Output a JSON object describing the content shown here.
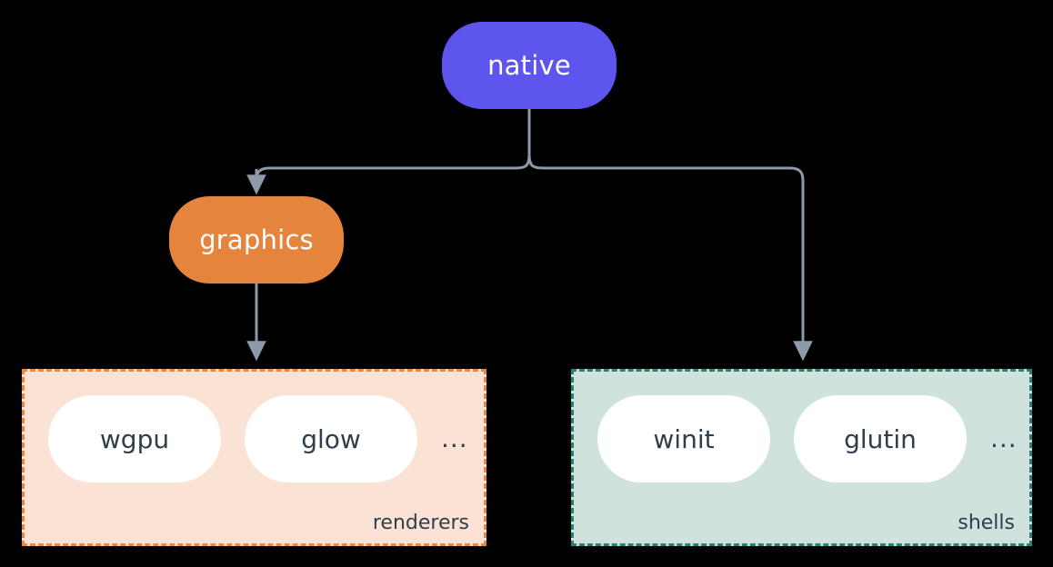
{
  "diagram": {
    "title": "native",
    "background_color": "#000000",
    "edge_color": "#8c9aaa",
    "nodes": [
      {
        "id": "native",
        "label": "native",
        "color": "#5d55ee",
        "text_color": "#ffffff"
      },
      {
        "id": "graphics",
        "label": "graphics",
        "color": "#e5843c",
        "text_color": "#ffffff"
      }
    ],
    "groups": [
      {
        "id": "renderers",
        "label": "renderers",
        "fill_color": "#fae3d4",
        "border_color": "#e8873f",
        "items": [
          "wgpu",
          "glow"
        ],
        "more": "..."
      },
      {
        "id": "shells",
        "label": "shells",
        "fill_color": "#cfe2dd",
        "border_color": "#2e8073",
        "items": [
          "winit",
          "glutin"
        ],
        "more": "..."
      }
    ],
    "edges": [
      {
        "from": "native",
        "to": "graphics"
      },
      {
        "from": "native",
        "to": "shells"
      },
      {
        "from": "graphics",
        "to": "renderers"
      }
    ]
  }
}
